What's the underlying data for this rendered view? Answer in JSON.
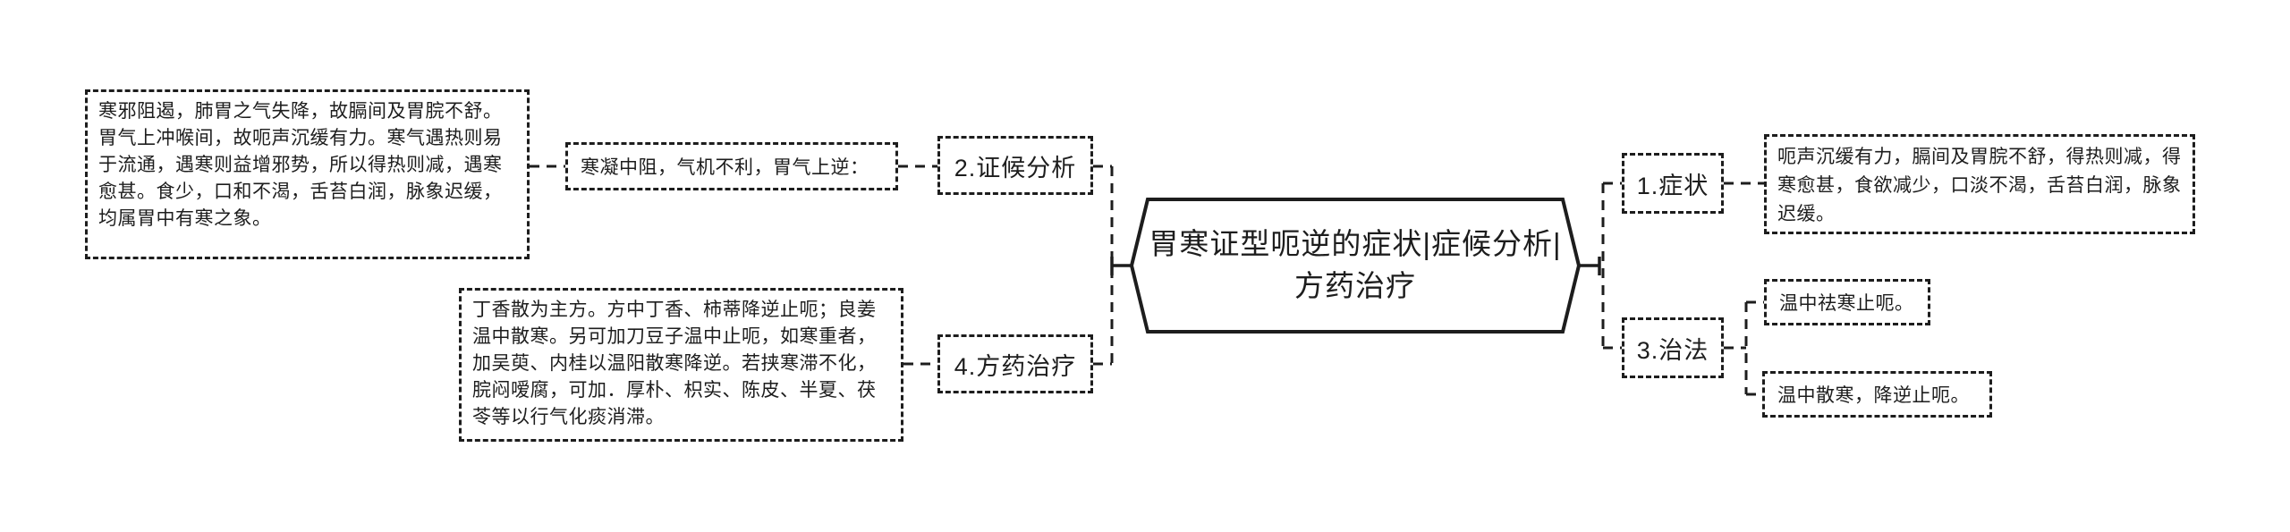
{
  "canvas": {
    "background_color": "#ffffff",
    "line_color": "#1d1d1d"
  },
  "center": {
    "title": "胃寒证型呃逆的症状|症候分析|方药治疗"
  },
  "branches": {
    "symptoms": {
      "node_label": "1.症状",
      "detail": "呃声沉缓有力，膈间及胃脘不舒，得热则减，得寒愈甚，食欲减少，口淡不渴，舌苔白润，脉象迟缓。"
    },
    "analysis": {
      "node_label": "2.证候分析",
      "summary": "寒凝中阻，气机不利，胃气上逆：",
      "detail": "寒邪阻遏，肺胃之气失降，故膈间及胃脘不舒。胃气上冲喉间，故呃声沉缓有力。寒气遇热则易于流通，遇寒则益增邪势，所以得热则减，遇寒愈甚。食少，口和不渴，舌苔白润，脉象迟缓，均属胃中有寒之象。"
    },
    "treatment": {
      "node_label": "3.治法",
      "methods": [
        "温中祛寒止呃。",
        "温中散寒，降逆止呃。"
      ]
    },
    "prescription": {
      "node_label": "4.方药治疗",
      "detail": "丁香散为主方。方中丁香、柿蒂降逆止呃；良姜温中散寒。另可加刀豆子温中止呃，如寒重者，加吴萸、内桂以温阳散寒降逆。若挟寒滞不化，脘闷嗳腐，可加．厚朴、枳实、陈皮、半夏、茯苓等以行气化痰消滞。"
    }
  }
}
